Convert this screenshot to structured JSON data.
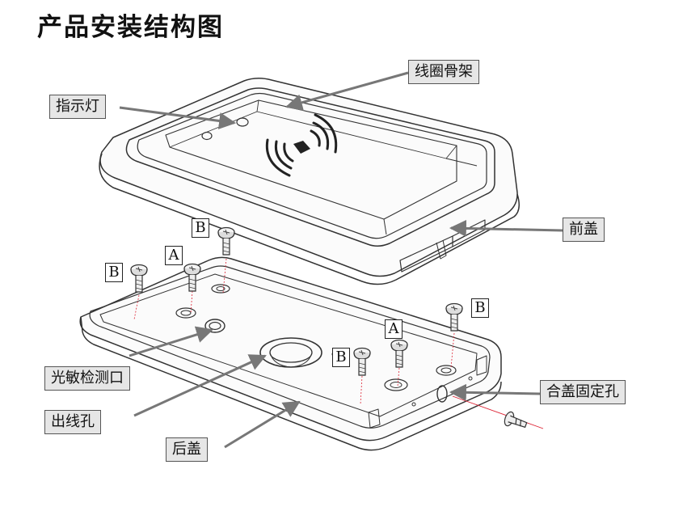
{
  "title": "产品安装结构图",
  "labels": {
    "coil_frame": "线圈骨架",
    "indicator": "指示灯",
    "front_cover": "前盖",
    "light_sensor": "光敏检测口",
    "cable_hole": "出线孔",
    "back_cover": "后盖",
    "cover_fix_hole": "合盖固定孔"
  },
  "screw_tags": {
    "b1": "B",
    "a1": "A",
    "b2": "B",
    "b3": "B",
    "a2": "A",
    "b4": "B"
  }
}
